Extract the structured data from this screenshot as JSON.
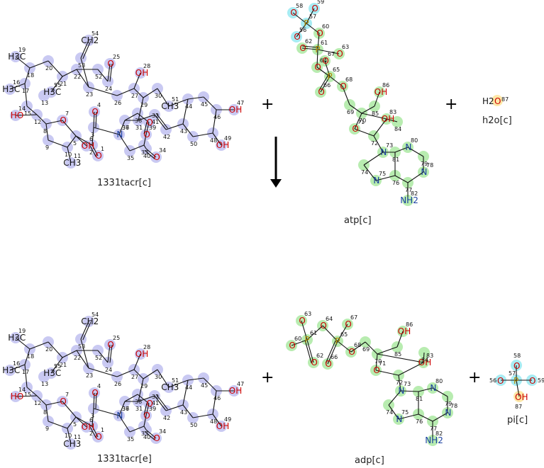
{
  "reaction": {
    "operator_plus": "+",
    "arrow": "reaction-arrow",
    "reactants": [
      {
        "id": "tacr_c",
        "label": "1331tacr[c]"
      },
      {
        "id": "atp_c",
        "label": "atp[c]"
      },
      {
        "id": "h2o_c",
        "label": "h2o[c]"
      }
    ],
    "products": [
      {
        "id": "tacr_e",
        "label": "1331tacr[e]"
      },
      {
        "id": "adp_c",
        "label": "adp[c]"
      },
      {
        "id": "pi_c",
        "label": "pi[c]"
      }
    ]
  },
  "water": {
    "h2": "H2",
    "o": "O",
    "n": "87"
  },
  "pi": {
    "o56": "O",
    "o57": "O",
    "o58": "O",
    "o59": "O",
    "p": "P",
    "oh": "OH",
    "n56": "56",
    "n57": "57",
    "n58": "58",
    "n59": "59",
    "n87": "87"
  },
  "highlight_colors": {
    "tacr": "#c9c9f2",
    "phosphate": "#a8ecf3",
    "adenosine": "#b8ecb0",
    "water": "#fde8a8"
  },
  "molecule_atoms": {
    "tacr": [
      [
        "19",
        "H3C"
      ],
      [
        "18",
        ""
      ],
      [
        "17",
        ""
      ],
      [
        "16",
        "H3C"
      ],
      [
        "14",
        "HO"
      ],
      [
        "15",
        ""
      ],
      [
        "12",
        ""
      ],
      [
        "13",
        ""
      ],
      [
        "20",
        ""
      ],
      [
        "21",
        ""
      ],
      [
        "22",
        ""
      ],
      [
        "23",
        ""
      ],
      [
        "53",
        ""
      ],
      [
        "54",
        "CH2"
      ],
      [
        "52",
        ""
      ],
      [
        "24",
        ""
      ],
      [
        "25",
        "O"
      ],
      [
        "26",
        ""
      ],
      [
        "27",
        ""
      ],
      [
        "28",
        "OH"
      ],
      [
        "29",
        ""
      ],
      [
        "30",
        ""
      ],
      [
        "31",
        ""
      ],
      [
        "51",
        "CH3"
      ],
      [
        "44",
        ""
      ],
      [
        "45",
        ""
      ],
      [
        "46",
        ""
      ],
      [
        "47",
        "OH"
      ],
      [
        "48",
        ""
      ],
      [
        "49",
        "OH"
      ],
      [
        "50",
        ""
      ],
      [
        "43",
        ""
      ],
      [
        "42",
        ""
      ],
      [
        "41",
        ""
      ],
      [
        "37",
        ""
      ],
      [
        "38",
        ""
      ],
      [
        "32",
        "O"
      ],
      [
        "39",
        "O"
      ],
      [
        "33",
        ""
      ],
      [
        "40",
        ""
      ],
      [
        "34",
        "O"
      ],
      [
        "35",
        ""
      ],
      [
        "36",
        "N"
      ],
      [
        "3",
        ""
      ],
      [
        "4",
        "O"
      ],
      [
        "2",
        ""
      ],
      [
        "1",
        "O"
      ],
      [
        "5",
        ""
      ],
      [
        "6",
        "OH"
      ],
      [
        "7",
        "O"
      ],
      [
        "8",
        ""
      ],
      [
        "9",
        ""
      ],
      [
        "10",
        ""
      ],
      [
        "11",
        "CH3"
      ],
      [
        "55",
        "H3C"
      ]
    ],
    "atp": [
      [
        "58",
        "O"
      ],
      [
        "59",
        "O"
      ],
      [
        "57",
        "P"
      ],
      [
        "60",
        "O"
      ],
      [
        "56",
        "O"
      ],
      [
        "61",
        "P"
      ],
      [
        "62",
        "O"
      ],
      [
        "63",
        "O"
      ],
      [
        "64",
        "O"
      ],
      [
        "65",
        "P"
      ],
      [
        "66",
        "O"
      ],
      [
        "67",
        "O"
      ],
      [
        "68",
        "O"
      ],
      [
        "69",
        ""
      ],
      [
        "70",
        ""
      ],
      [
        "71",
        "O"
      ],
      [
        "72",
        ""
      ],
      [
        "83",
        "OH"
      ],
      [
        "84",
        ""
      ],
      [
        "85",
        ""
      ],
      [
        "86",
        "OH"
      ],
      [
        "73",
        "N"
      ],
      [
        "74",
        ""
      ],
      [
        "75",
        "N"
      ],
      [
        "76",
        ""
      ],
      [
        "77",
        ""
      ],
      [
        "78",
        "N"
      ],
      [
        "79",
        ""
      ],
      [
        "80",
        "N"
      ],
      [
        "81",
        ""
      ],
      [
        "82",
        "NH2"
      ]
    ],
    "adp": [
      [
        "63",
        "O"
      ],
      [
        "64",
        "O"
      ],
      [
        "67",
        "O"
      ],
      [
        "60",
        "O"
      ],
      [
        "61",
        "P"
      ],
      [
        "65",
        "P"
      ],
      [
        "62",
        "O"
      ],
      [
        "66",
        "O"
      ],
      [
        "68",
        "O"
      ],
      [
        "69",
        ""
      ],
      [
        "70",
        ""
      ],
      [
        "71",
        "O"
      ],
      [
        "72",
        ""
      ],
      [
        "83",
        "OH"
      ],
      [
        "84",
        ""
      ],
      [
        "85",
        ""
      ],
      [
        "86",
        "OH"
      ],
      [
        "73",
        "N"
      ],
      [
        "74",
        ""
      ],
      [
        "75",
        "N"
      ],
      [
        "76",
        ""
      ],
      [
        "77",
        ""
      ],
      [
        "78",
        "N"
      ],
      [
        "79",
        ""
      ],
      [
        "80",
        "N"
      ],
      [
        "81",
        ""
      ],
      [
        "82",
        "NH2"
      ]
    ]
  }
}
